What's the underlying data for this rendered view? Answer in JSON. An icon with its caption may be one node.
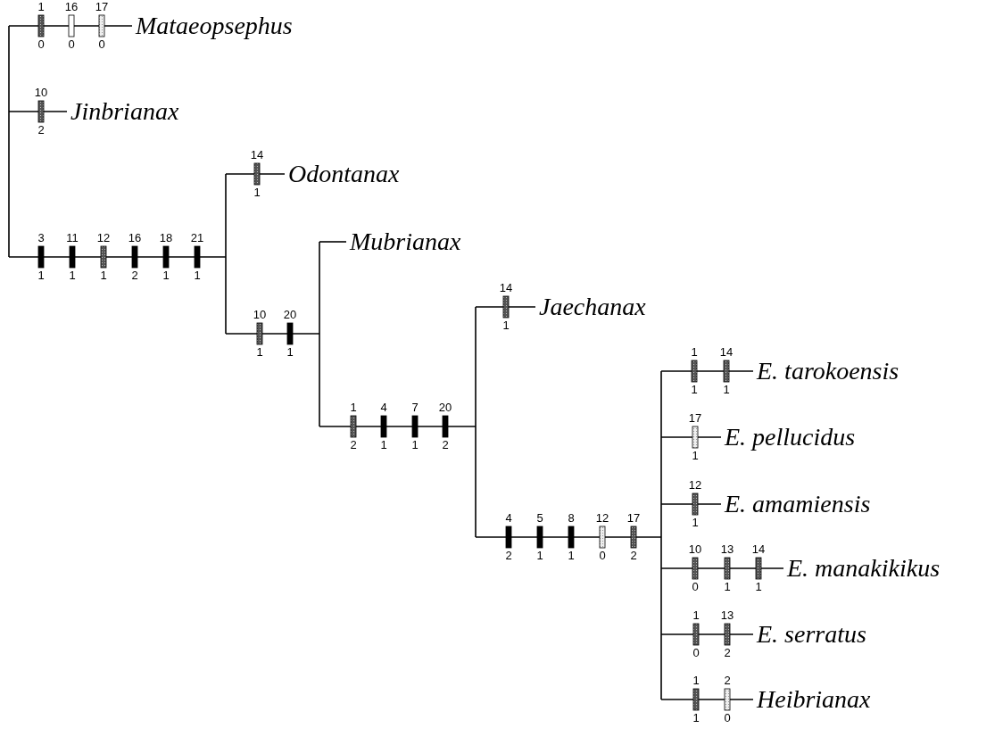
{
  "diagram": {
    "nodes": [
      {
        "text": [
          "Mataeopsephus"
        ]
      },
      {
        "text": [
          "Jinbrianax"
        ]
      },
      {
        "text": [
          "Odontanax"
        ]
      },
      {
        "text": [
          "Mubrianax"
        ]
      },
      {
        "text": [
          "Jaechanax"
        ]
      },
      {
        "text": [
          "E. tarokoensis"
        ]
      },
      {
        "text": [
          "E. pellucidus"
        ]
      },
      {
        "text": [
          "E. amamiensis"
        ]
      },
      {
        "text": [
          "E. manakikikus"
        ]
      },
      {
        "text": [
          "E. serratus"
        ]
      },
      {
        "text": [
          "Heibrianax"
        ]
      }
    ],
    "edges": [
      {
        "from": null,
        "to": 0,
        "arrow": "none"
      },
      {
        "from": null,
        "to": 1,
        "arrow": "none"
      },
      {
        "from": null,
        "to": 2,
        "arrow": "none"
      },
      {
        "from": null,
        "to": 3,
        "arrow": "none"
      },
      {
        "from": null,
        "to": 4,
        "arrow": "none"
      },
      {
        "from": null,
        "to": 5,
        "arrow": "none"
      },
      {
        "from": null,
        "to": 6,
        "arrow": "none"
      },
      {
        "from": null,
        "to": 7,
        "arrow": "none"
      },
      {
        "from": null,
        "to": 8,
        "arrow": "none"
      },
      {
        "from": null,
        "to": 9,
        "arrow": "none"
      },
      {
        "from": null,
        "to": 10,
        "arrow": "none"
      }
    ],
    "labels": [
      "1",
      "0",
      "16",
      "0",
      "17",
      "0",
      "10",
      "2",
      "3",
      "1",
      "11",
      "1",
      "12",
      "1",
      "16",
      "2",
      "18",
      "1",
      "21",
      "1",
      "14",
      "1",
      "10",
      "1",
      "20",
      "1",
      "1",
      "2",
      "4",
      "1",
      "7",
      "1",
      "20",
      "2",
      "14",
      "1",
      "4",
      "2",
      "5",
      "1",
      "8",
      "1",
      "12",
      "0",
      "17",
      "2",
      "1",
      "1",
      "14",
      "1",
      "17",
      "1",
      "12",
      "1",
      "10",
      "0",
      "13",
      "1",
      "14",
      "1",
      "1",
      "0",
      "13",
      "2",
      "1",
      "1",
      "2",
      "0"
    ]
  }
}
